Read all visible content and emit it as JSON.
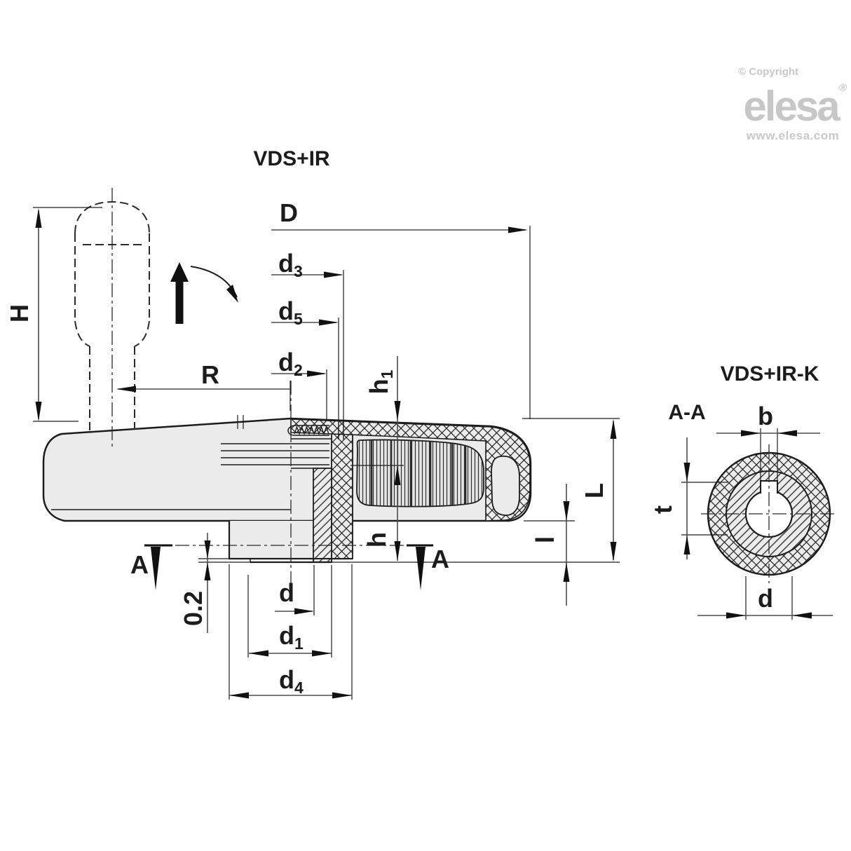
{
  "branding": {
    "copyright": "© Copyright",
    "logo": "elesa",
    "registered": "®",
    "website": "www.elesa.com"
  },
  "titles": {
    "main_view": "VDS+IR",
    "key_view": "VDS+IR-K",
    "section_view": "A-A"
  },
  "dims": {
    "D": "D",
    "d3_base": "d",
    "d3_sub": "3",
    "d5_base": "d",
    "d5_sub": "5",
    "d2_base": "d",
    "d2_sub": "2",
    "R": "R",
    "H": "H",
    "h1_base": "h",
    "h1_sub": "1",
    "h": "h",
    "L": "L",
    "l": "l",
    "gap": "0.2",
    "d": "d",
    "d1_base": "d",
    "d1_sub": "1",
    "d4_base": "d",
    "d4_sub": "4",
    "section_arrow_left": "A",
    "section_arrow_right": "A"
  },
  "aa_view": {
    "b": "b",
    "t": "t",
    "d": "d"
  },
  "colors": {
    "object_line": "#1c1c1c",
    "dimension_line": "#4d4d4d",
    "body_fill": "#ebebeb",
    "logo_gray": "#c7c7c7"
  }
}
